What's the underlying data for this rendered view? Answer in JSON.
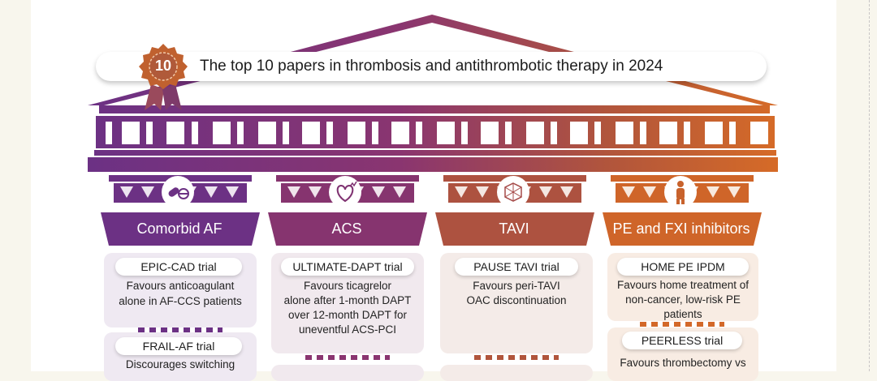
{
  "title": {
    "badge_number": "10",
    "text": "The top 10 papers in thrombosis and antithrombotic therapy in 2024"
  },
  "colors": {
    "purple": "#6c3184",
    "magenta": "#8a3570",
    "rust": "#b1553c",
    "orange": "#d3692a"
  },
  "columns": [
    {
      "label": "Comorbid AF",
      "icon": "pills-icon",
      "trials": [
        {
          "name": "EPIC-CAD trial",
          "description": [
            "Favours anticoagulant",
            "alone in AF-CCS patients"
          ]
        },
        {
          "name": "FRAIL-AF trial",
          "description": [
            "Discourages switching"
          ]
        }
      ]
    },
    {
      "label": "ACS",
      "icon": "heart-icon",
      "trials": [
        {
          "name": "ULTIMATE-DAPT trial",
          "description": [
            "Favours ticagrelor",
            "alone after 1-month DAPT",
            "over 12-month DAPT for",
            "uneventful ACS-PCI"
          ]
        }
      ]
    },
    {
      "label": "TAVI",
      "icon": "valve-icon",
      "trials": [
        {
          "name": "PAUSE TAVI trial",
          "description": [
            "Favours peri-TAVI",
            "OAC discontinuation"
          ]
        }
      ]
    },
    {
      "label": "PE and FXI inhibitors",
      "icon": "patient-icon",
      "trials": [
        {
          "name": "HOME PE IPDM",
          "description": [
            "Favours home treatment of",
            "non-cancer, low-risk PE",
            "patients"
          ]
        },
        {
          "name": "PEERLESS trial",
          "description": [
            "Favours thrombectomy vs"
          ]
        }
      ]
    }
  ]
}
